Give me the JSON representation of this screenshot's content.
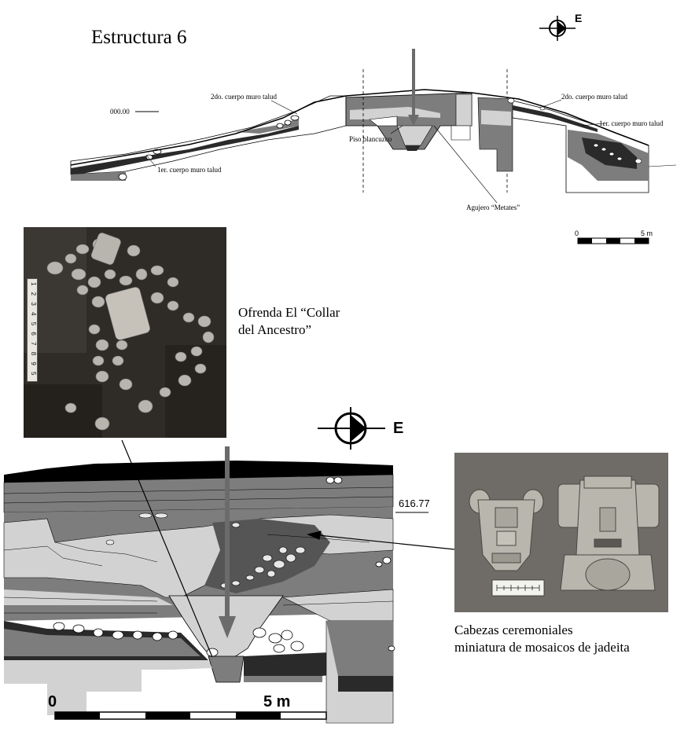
{
  "title": "Estructura 6",
  "compass": {
    "label": "E"
  },
  "profile": {
    "datum": "000.00",
    "labels": {
      "west_upper": "2do. cuerpo muro talud",
      "west_lower": "1er. cuerpo muro talud",
      "east_upper": "2do. cuerpo muro talud",
      "east_lower": "1er. cuerpo muro talud",
      "floor": "Piso blancuzco",
      "hole": "Agujero “Metates”"
    },
    "scale": {
      "start": "0",
      "end": "5 m"
    }
  },
  "offering": {
    "caption_line1": "Ofrenda El “Collar",
    "caption_line2": "del Ancestro”",
    "ruler_text": "1 2 3 4 5 6 7 8 9 5"
  },
  "section": {
    "elevation": "616.77",
    "scale": {
      "start": "0",
      "end": "5 m"
    }
  },
  "heads": {
    "caption_line1": "Cabezas ceremoniales",
    "caption_line2": "miniatura de mosaicos de jadeita"
  },
  "colors": {
    "fill_dark": "#2a2a2a",
    "fill_mid": "#7d7d7d",
    "fill_light": "#d2d2d2",
    "arrow": "#6b6b6b",
    "photo_dark": "#2f2c28",
    "photo_gray": "#6f6c68"
  }
}
